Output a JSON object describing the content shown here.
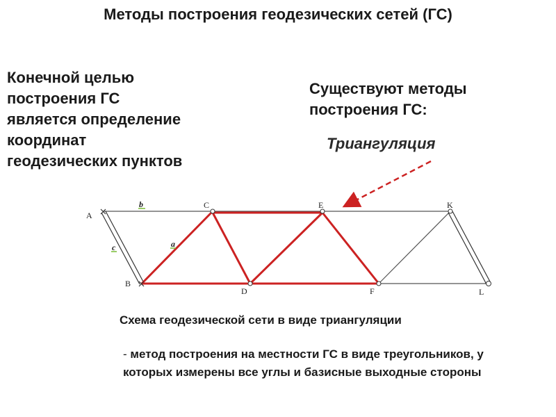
{
  "title": "Методы построения геодезических сетей (ГС)",
  "left_text": "Конечной целью\nпостроения ГС\nявляется определение\nкоординат\nгеодезических пунктов",
  "right_text": "Существуют методы\nпостроения  ГС:",
  "method_label": "Триангуляция",
  "diagram": {
    "points": {
      "A": "A",
      "B": "B",
      "C": "C",
      "D": "D",
      "E": "E",
      "F": "F",
      "K": "K",
      "L": "L"
    },
    "sides": {
      "a": "a",
      "b": "b",
      "c": "c"
    },
    "colors": {
      "network": "#cc2222",
      "frame": "#555555",
      "arrow": "#cc2222",
      "side_marker": "#77bb33"
    }
  },
  "caption": "Схема геодезической сети в виде триангуляции",
  "definition": {
    "dash": "-",
    "text": "метод построения на местности ГС в виде треугольников, у которых измерены все  углы и базисные выходные стороны"
  }
}
